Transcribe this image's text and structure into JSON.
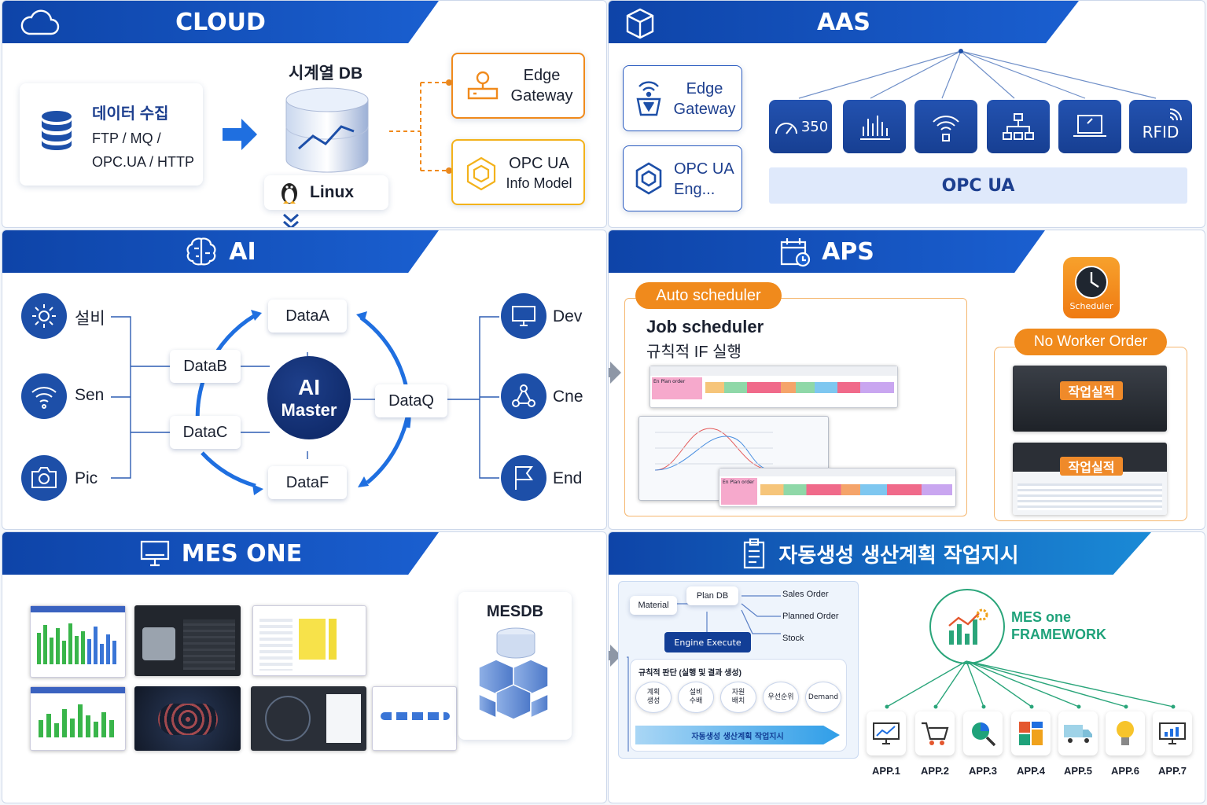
{
  "cloud": {
    "title": "CLOUD",
    "collect_title": "데이터 수집",
    "collect_line1": "FTP / MQ /",
    "collect_line2": "OPC.UA / HTTP",
    "db_title": "시계열 DB",
    "linux": "Linux",
    "edge_line1": "Edge",
    "edge_line2": "Gateway",
    "opc_line1": "OPC UA",
    "opc_line2": "Info Model"
  },
  "aas": {
    "title": "AAS",
    "edge_line1": "Edge",
    "edge_line2": "Gateway",
    "opc_line1": "OPC UA",
    "opc_line2": "Eng...",
    "tile_350": "350",
    "tile_rfid": "RFID",
    "opcua_bar": "OPC UA"
  },
  "ai": {
    "title": "AI",
    "left": [
      "설비",
      "Sen",
      "Pic"
    ],
    "right": [
      "Dev",
      "Cne",
      "End"
    ],
    "nodes": {
      "a": "DataA",
      "b": "DataB",
      "c": "DataC",
      "f": "DataF",
      "q": "DataQ"
    },
    "master_line1": "AI",
    "master_line2": "Master"
  },
  "aps": {
    "title": "APS",
    "auto_tag": "Auto scheduler",
    "job_title": "Job scheduler",
    "job_sub": "규칙적 IF 실행",
    "scheduler_label": "Scheduler",
    "no_worker": "No Worker Order",
    "result1": "작업실적",
    "result2": "작업실적",
    "plan_row_label": "En Plan order",
    "plan_row_label2": "En Plan order"
  },
  "mes": {
    "title": "MES ONE",
    "db_title": "MESDB"
  },
  "plan": {
    "title": "자동생성 생산계획 작업지시",
    "material": "Material",
    "plandb": "Plan DB",
    "sales": "Sales Order",
    "planned": "Planned Order",
    "stock": "Stock",
    "engine": "Engine Execute",
    "rule_title": "규칙적 판단 (실행 및 결과 생성)",
    "steps": [
      "계획\n생성",
      "설비\n수배",
      "자원\n배치",
      "우선순위",
      "Demand"
    ],
    "arrow_text": "자동생성 생산계획 작업지시",
    "fw_line1": "MES one",
    "fw_line2": "FRAMEWORK",
    "apps": [
      "APP.1",
      "APP.2",
      "APP.3",
      "APP.4",
      "APP.5",
      "APP.6",
      "APP.7"
    ]
  },
  "colors": {
    "navy": "#0e44a8",
    "accent": "#1d4fa8",
    "orange": "#f08a1c",
    "yellow": "#f3b21b",
    "green": "#1fa27a"
  }
}
